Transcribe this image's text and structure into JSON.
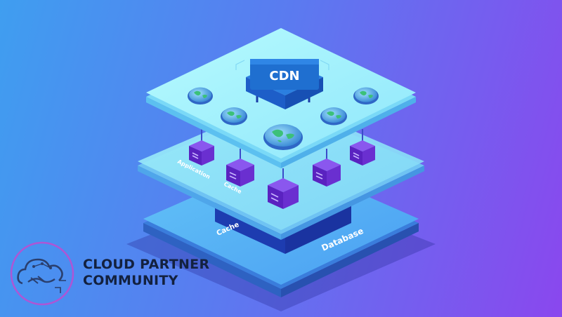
{
  "cdn_label": "CDN",
  "application_label": "Application",
  "cache_label": "Cache",
  "bottom_cache_label": "Cache",
  "database_label": "Database",
  "brand": {
    "name_line1": "CLOUD PARTNER",
    "name_line2": "COMMUNITY",
    "logo_icon": "cloud-handshake-icon"
  },
  "colors": {
    "top_layer": "#a6f6fd",
    "middle_layer": "#8ee4f8",
    "bottom_layer": "#5fb4f6",
    "server_purple": "#6a2fd0",
    "cdn_block": "#1f6fd0",
    "globe_ocean": "#3f8fd8",
    "globe_land": "#3cc079"
  },
  "icons": [
    "globe-icon",
    "server-icon",
    "cdn-server-icon"
  ]
}
